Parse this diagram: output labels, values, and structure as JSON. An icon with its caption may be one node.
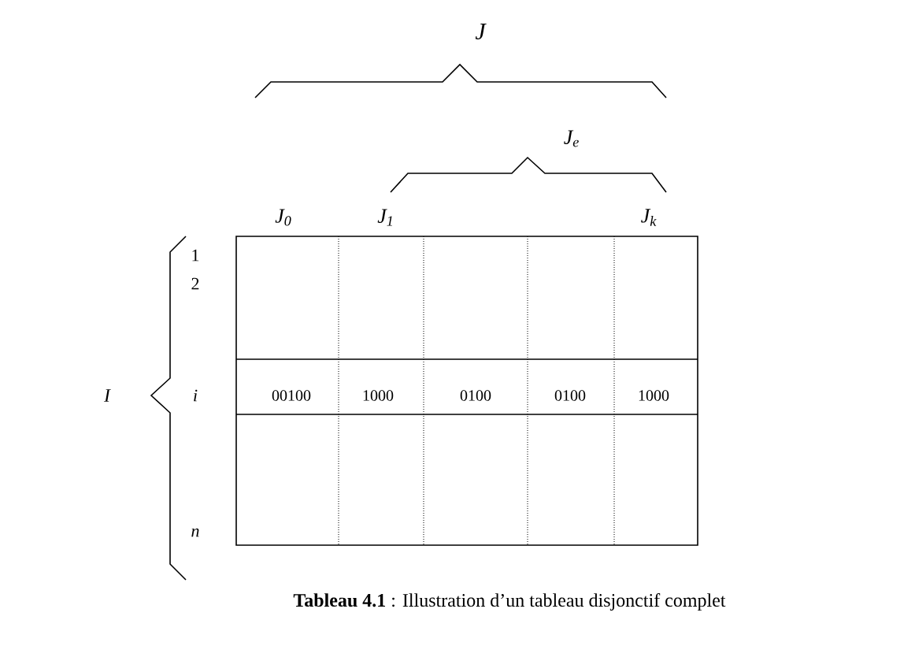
{
  "diagram": {
    "caption": "**Tableau 4.1** : Illustration d’un tableau disjonctif complet",
    "labels": [
      "J",
      "J$_{e}$",
      "J$_{0}$",
      "J$_{1}$",
      "J$_{k}$",
      "1",
      "2",
      "I",
      "i",
      "00100",
      "1000",
      "0100",
      "0100",
      "1000",
      "n"
    ]
  }
}
